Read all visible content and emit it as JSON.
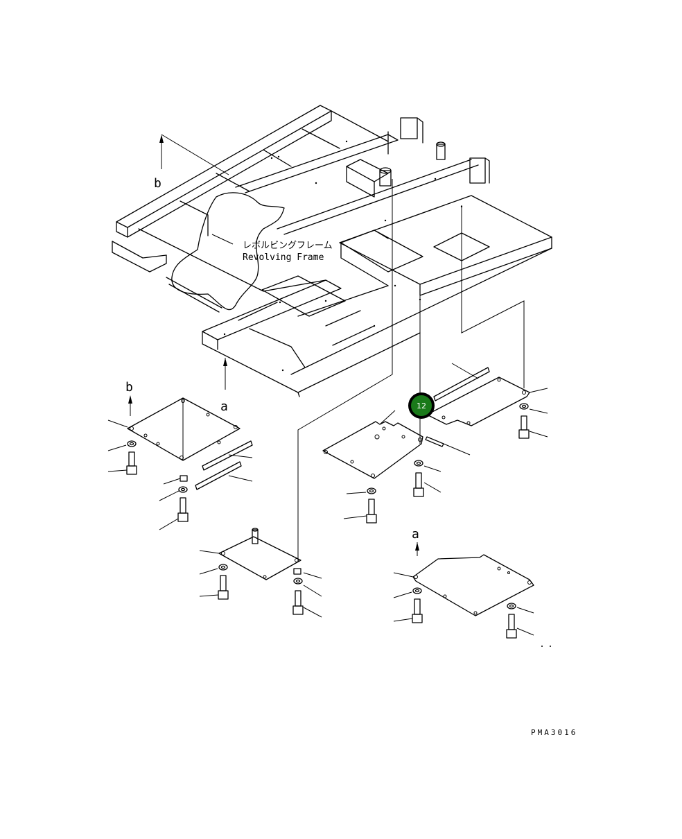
{
  "frame_label": {
    "japanese": "レボルビングフレーム",
    "english": "Revolving Frame"
  },
  "view_letters": {
    "b_top": "b",
    "a_frame": "a",
    "b_cover": "b",
    "a_cover": "a"
  },
  "callout": {
    "number": "12",
    "color": "#1a7a1a"
  },
  "drawing_code": "PMA3016"
}
